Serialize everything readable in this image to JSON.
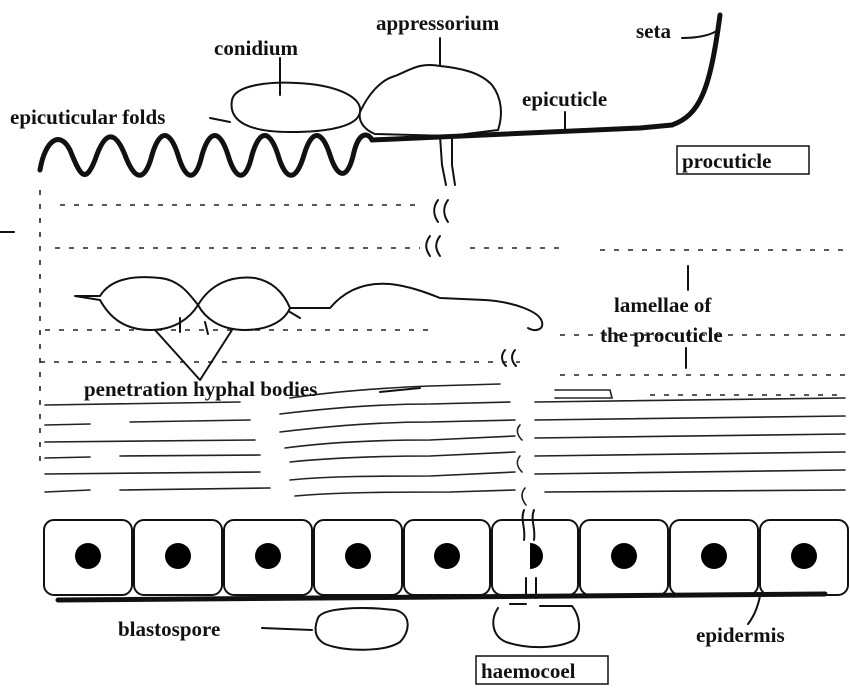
{
  "labels": {
    "appressorium": "appressorium",
    "seta": "seta",
    "conidium": "conidium",
    "epicuticle": "epicuticle",
    "epicuticular_folds": "epicuticular folds",
    "procuticle": "procuticle",
    "lamellae_line1": "lamellae of",
    "lamellae_line2": "the procuticle",
    "penetration_hyphal_bodies": "penetration hyphal bodies",
    "blastospore": "blastospore",
    "epidermis": "epidermis",
    "haemocoel": "haemocoel"
  },
  "epidermis_cell_count": 9
}
